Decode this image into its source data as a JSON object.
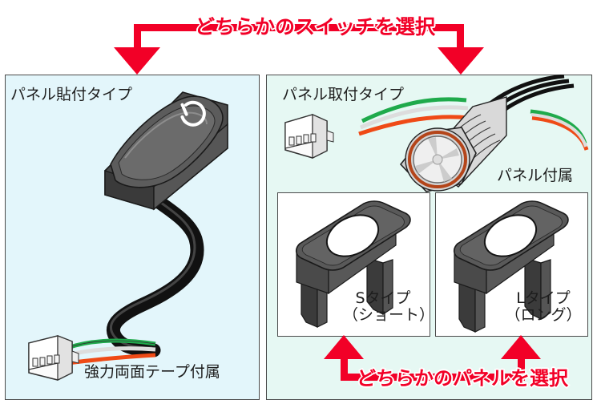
{
  "diagram": {
    "top_instruction": "どちらかのスイッチを選択",
    "bottom_instruction": "どちらかのパネルを選択",
    "accent_color": "#f20027",
    "left_panel": {
      "title": "パネル貼付タイプ",
      "background": "#e3f6fb",
      "caption": "強力両面テープ付属",
      "switch_icon": "power-icon"
    },
    "right_panel": {
      "title": "パネル取付タイプ",
      "background": "#e6f8f3",
      "caption": "パネル付属",
      "options": [
        {
          "name": "Sタイプ",
          "sub": "（ショート）"
        },
        {
          "name": "Lタイプ",
          "sub": "（ロング）"
        }
      ]
    },
    "wire_colors": {
      "green": "#1faa4b",
      "white": "#f2f2f2",
      "orange": "#ef4a16",
      "black": "#111111"
    }
  }
}
